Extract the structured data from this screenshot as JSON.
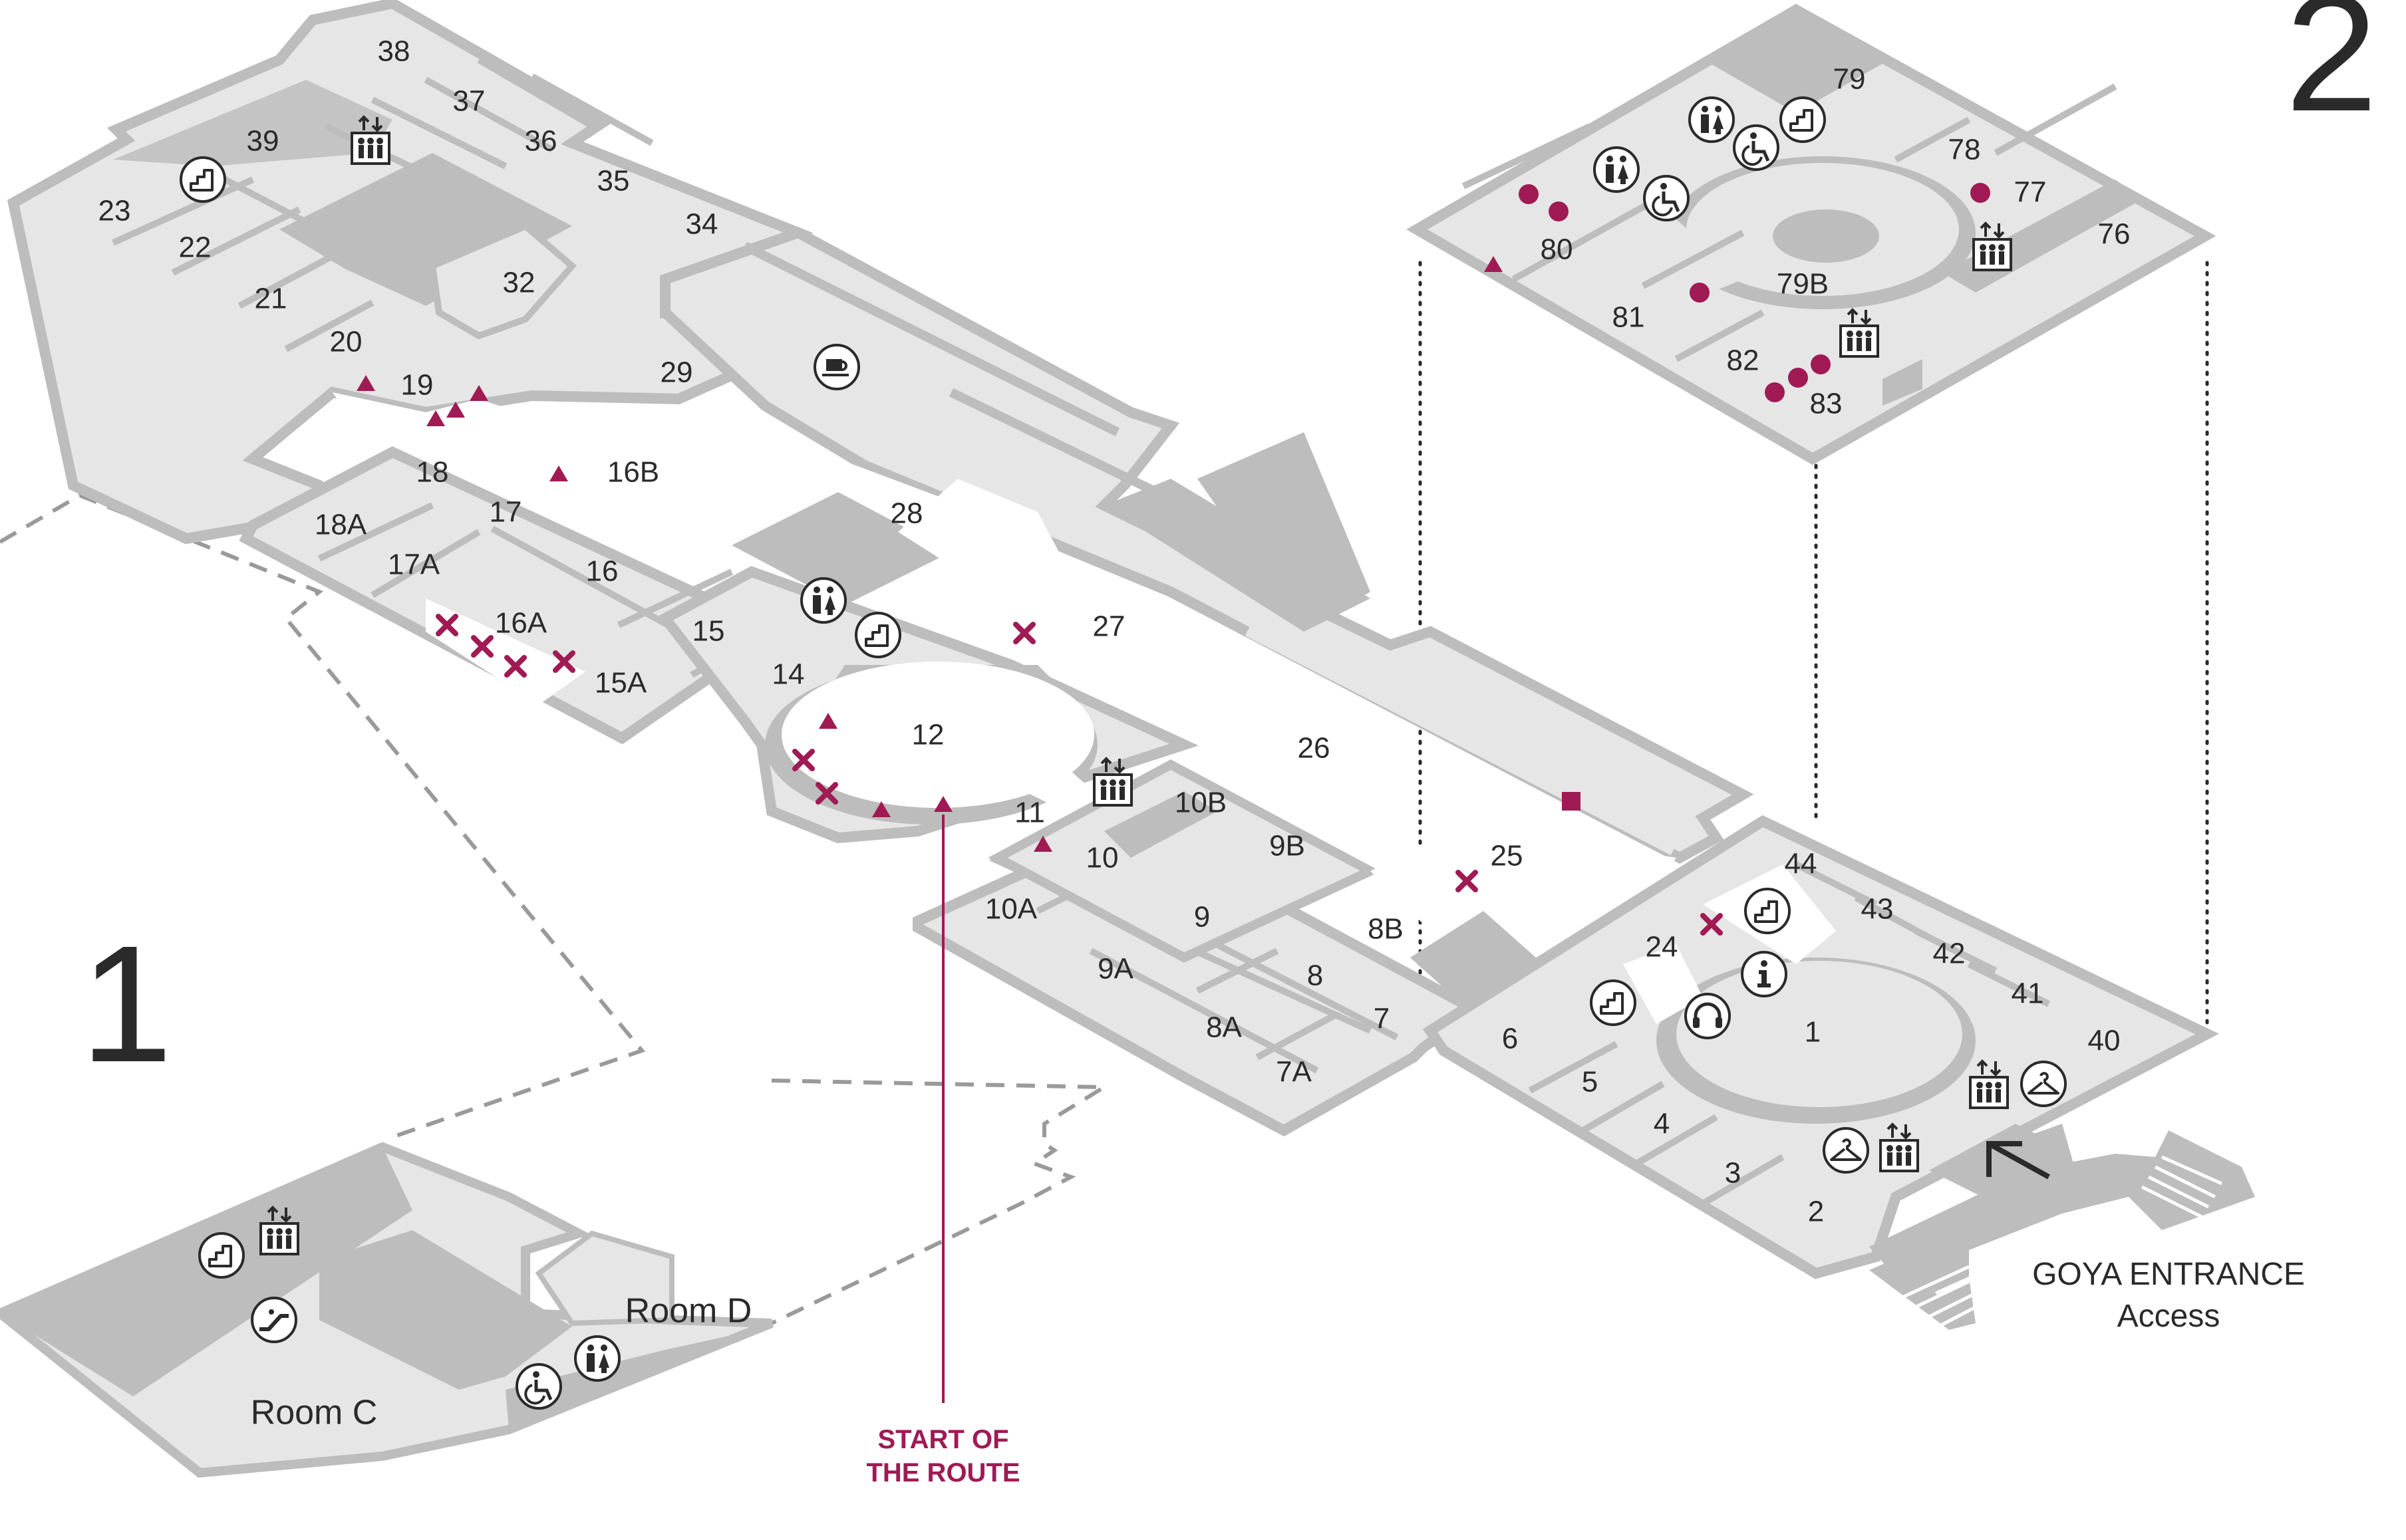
{
  "colors": {
    "accent": "#a01a54",
    "floor_light": "#e6e6e6",
    "floor_mid": "#bdbdbd",
    "wall": "#bdbdbd",
    "text": "#2a2a2a",
    "dashed": "#9a9a9a"
  },
  "floors": {
    "floor1": "1",
    "floor2": "2"
  },
  "rooms": {
    "r38": "38",
    "r37": "37",
    "r39": "39",
    "r36": "36",
    "r35": "35",
    "r34": "34",
    "r23": "23",
    "r22": "22",
    "r21": "21",
    "r20": "20",
    "r32": "32",
    "r19": "19",
    "r29": "29",
    "r18": "18",
    "r16B": "16B",
    "r18A": "18A",
    "r17": "17",
    "r28": "28",
    "r17A": "17A",
    "r16": "16",
    "r16A": "16A",
    "r15": "15",
    "r27": "27",
    "r15A": "15A",
    "r14": "14",
    "r12": "12",
    "r26": "26",
    "r10B": "10B",
    "r11": "11",
    "r9B": "9B",
    "r10": "10",
    "r25": "25",
    "r10A": "10A",
    "r9": "9",
    "r8B": "8B",
    "r44": "44",
    "r43": "43",
    "r9A": "9A",
    "r24": "24",
    "r42": "42",
    "r8": "8",
    "r41": "41",
    "r7": "7",
    "r1": "1",
    "r8A": "8A",
    "r6": "6",
    "r40": "40",
    "r7A": "7A",
    "r5": "5",
    "r4": "4",
    "r3": "3",
    "r2": "2",
    "r79": "79",
    "r78": "78",
    "r77": "77",
    "r76": "76",
    "r80": "80",
    "r79B": "79B",
    "r81": "81",
    "r82": "82",
    "r83": "83",
    "roomC": "Room C",
    "roomD": "Room D"
  },
  "labels": {
    "entrance_title": "GOYA ENTRANCE",
    "entrance_sub": "Access",
    "route_line1": "START OF",
    "route_line2": "THE ROUTE"
  },
  "legend_icons": [
    "stairs-icon",
    "elevator-icon",
    "restroom-icon",
    "wheelchair-icon",
    "cafe-icon",
    "info-icon",
    "audioguide-icon",
    "cloakroom-icon",
    "escalator-icon"
  ],
  "route_markers": [
    "triangle-marker",
    "cross-marker",
    "circle-marker",
    "square-marker"
  ]
}
